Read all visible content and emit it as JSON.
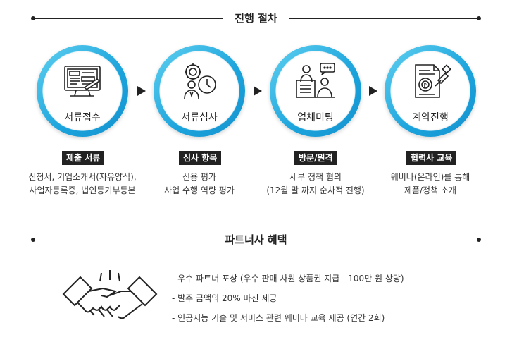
{
  "process": {
    "title": "진행 절차",
    "steps": [
      {
        "label": "서류접수",
        "tag": "제출 서류",
        "desc": [
          "신청서, 기업소개서(자유양식),",
          "사업자등록증, 법인등기부등본"
        ],
        "icon": "document-monitor-icon"
      },
      {
        "label": "서류심사",
        "tag": "심사 항목",
        "desc": [
          "신용 평가",
          "사업 수행 역량 평가"
        ],
        "icon": "reviewer-gear-clock-icon"
      },
      {
        "label": "업체미팅",
        "tag": "방문/원격",
        "desc": [
          "세부 정책 협의",
          "(12월 말 까지 순차적 진행)"
        ],
        "icon": "meeting-icon"
      },
      {
        "label": "계약진행",
        "tag": "협력사 교육",
        "desc": [
          "웨비나(온라인)를 통해",
          "제품/정책 소개"
        ],
        "icon": "contract-stamp-icon"
      }
    ]
  },
  "benefits": {
    "title": "파트너사 혜택",
    "icon": "handshake-icon",
    "items": [
      "- 우수 파트너 포상 (우수 판매 사원 상품권 지급 - 100만 원 상당)",
      "- 발주 금액의 20% 마진 제공",
      "- 인공지능 기술 및 서비스 관련 웨비나 교육 제공 (연간 2회)"
    ]
  },
  "colors": {
    "accent": "#1ba3dc",
    "dark": "#222222"
  }
}
